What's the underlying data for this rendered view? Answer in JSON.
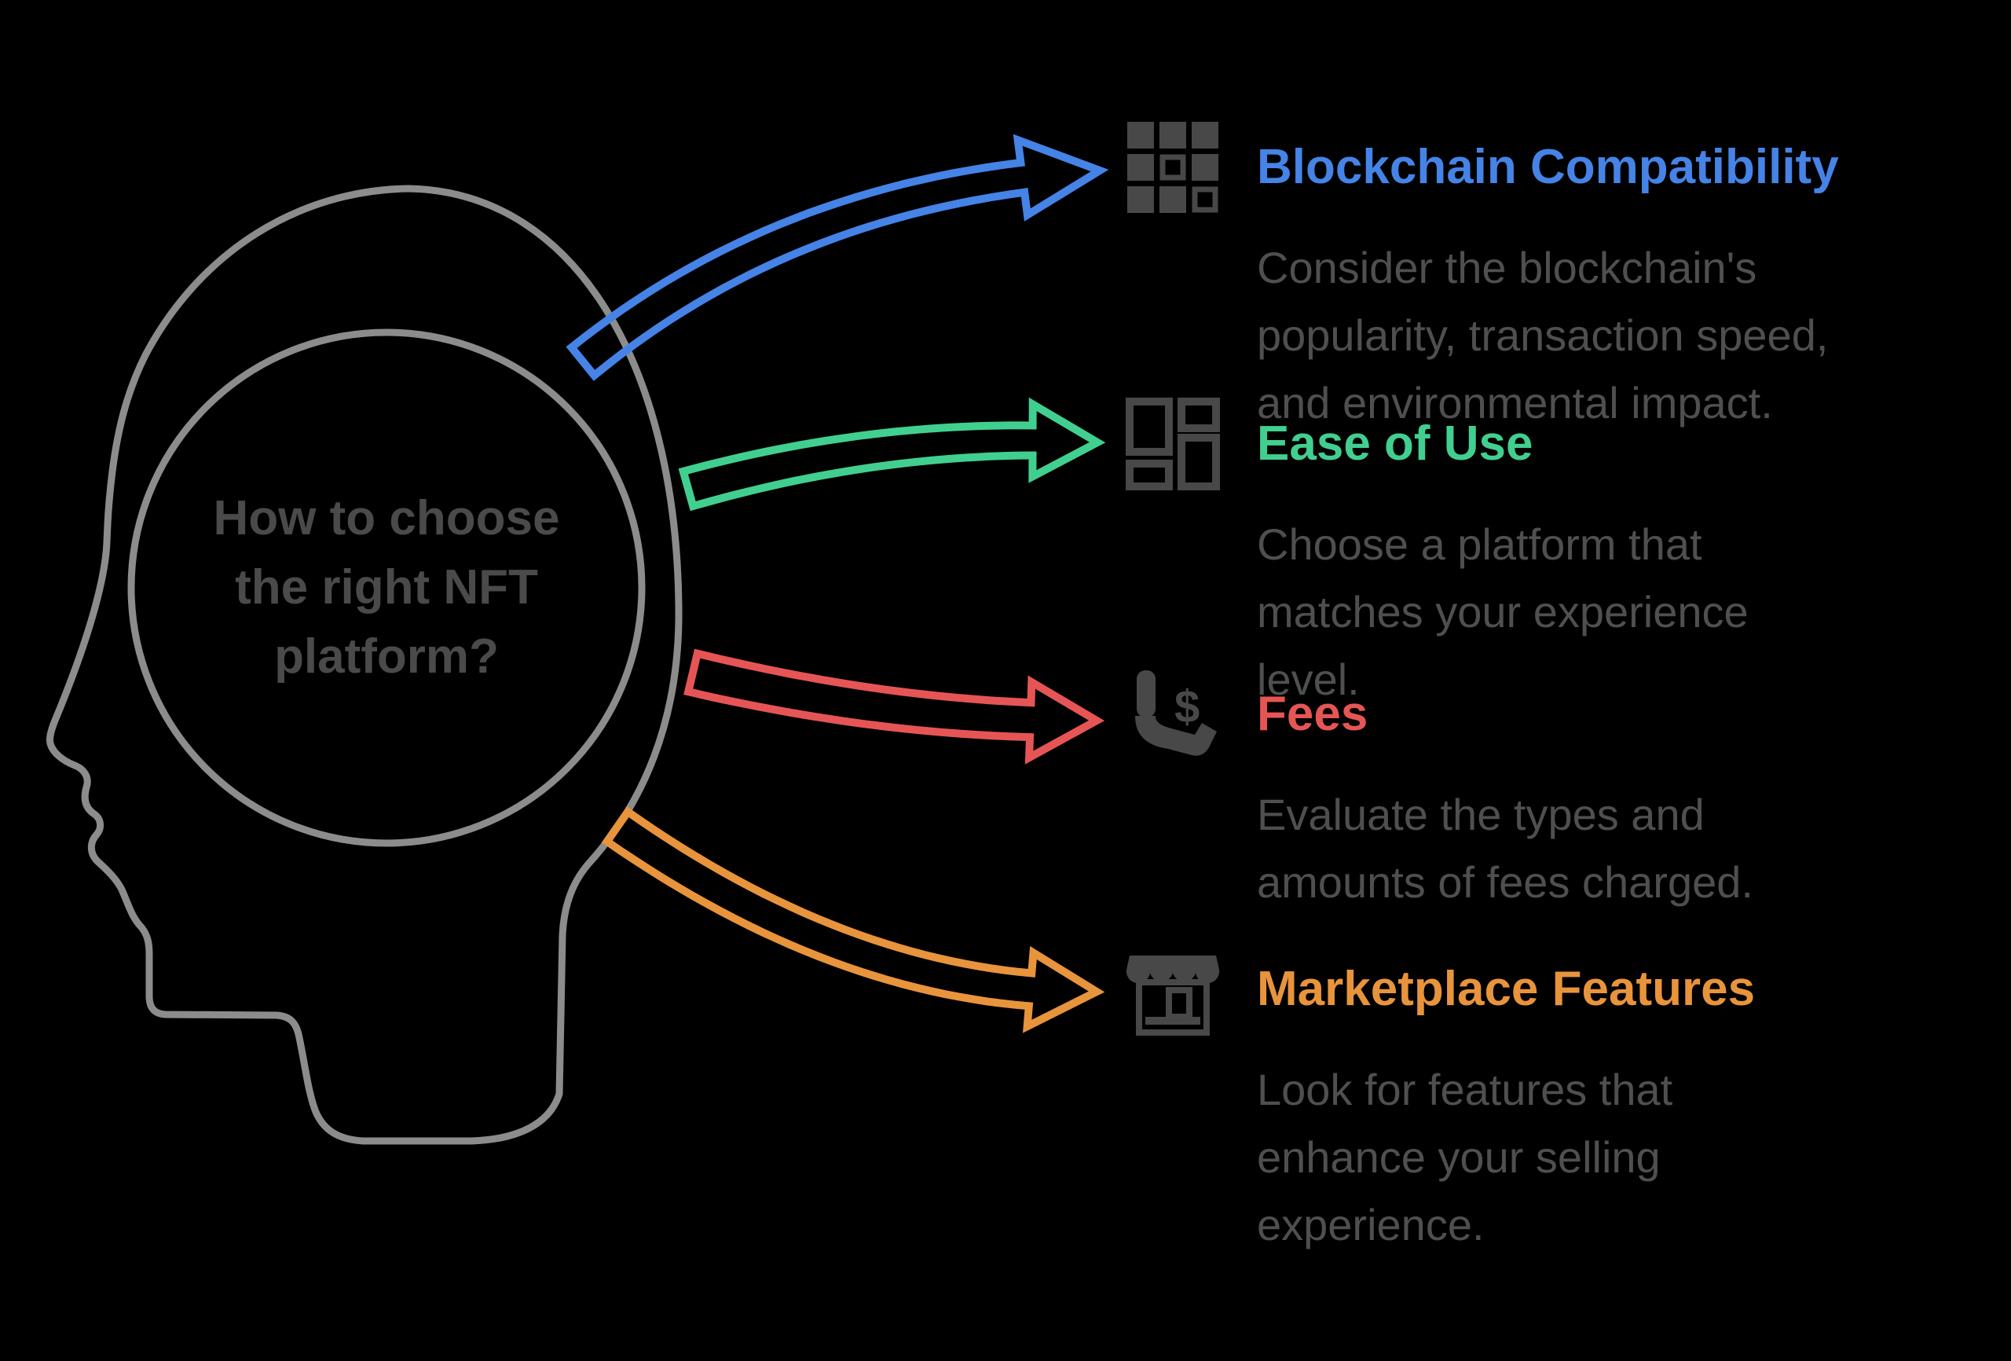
{
  "title": {
    "text": "How to choose the right NFT platform?",
    "display": "How to choose\nthe right NFT\nplatform?"
  },
  "colors": {
    "background": "#000000",
    "head_outline": "#8c8c8c",
    "body_text": "#4f4f4f",
    "central_text": "#4a4a4a",
    "icon_gray": "#484848"
  },
  "sections": [
    {
      "id": "blockchain-compatibility",
      "label": "Blockchain Compatibility",
      "description": "Consider the blockchain's\npopularity, transaction speed,\nand environmental impact.",
      "color": "#4583e6",
      "icon": "blockchain-blocks-icon"
    },
    {
      "id": "ease-of-use",
      "label": "Ease of Use",
      "description": "Choose a platform that\nmatches your experience\nlevel.",
      "color": "#41cf90",
      "icon": "dashboard-layout-icon"
    },
    {
      "id": "fees",
      "label": "Fees",
      "description": "Evaluate the types and\namounts of fees charged.",
      "color": "#e65555",
      "icon": "hand-dollar-icon",
      "icon_glyph": "$"
    },
    {
      "id": "marketplace-features",
      "label": "Marketplace Features",
      "description": "Look for features that\nenhance your selling\nexperience.",
      "color": "#e8943c",
      "icon": "storefront-icon"
    }
  ]
}
